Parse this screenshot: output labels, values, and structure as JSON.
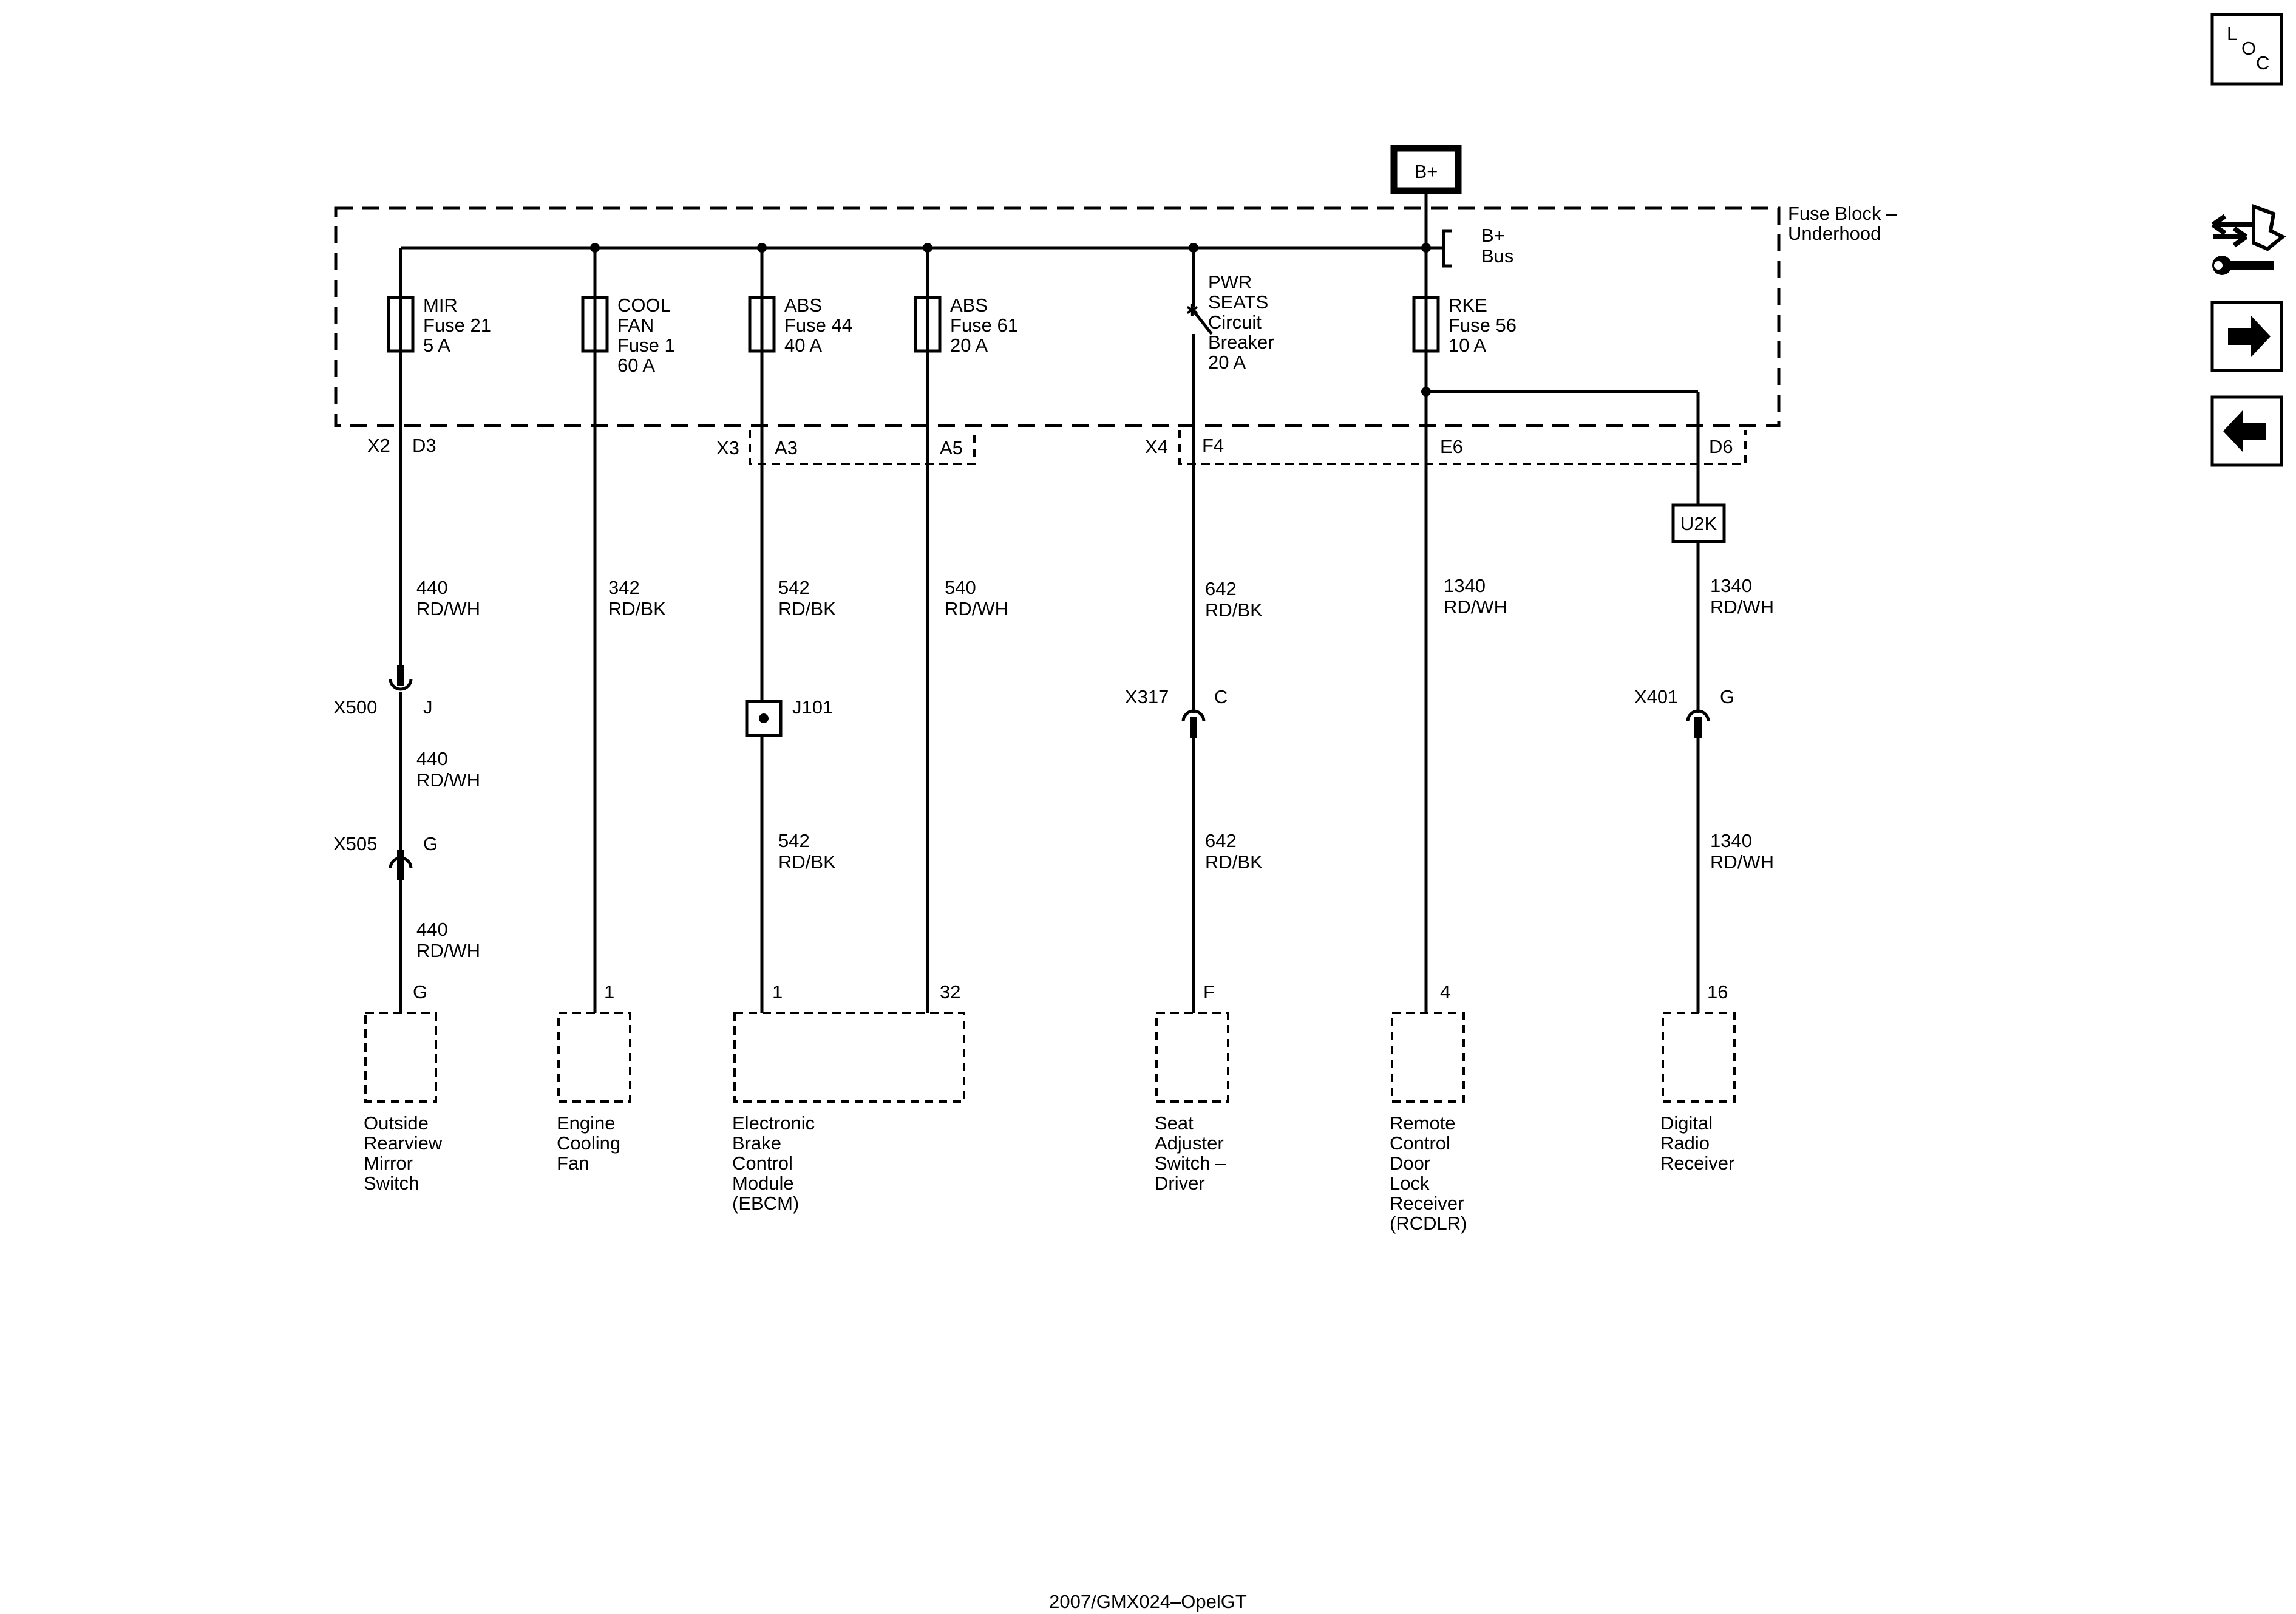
{
  "power": {
    "source": "B+",
    "bus_line1": "B+",
    "bus_line2": "Bus"
  },
  "fuse_block": {
    "line1": "Fuse Block –",
    "line2": "Underhood"
  },
  "fuses": [
    {
      "l1": "MIR",
      "l2": "Fuse 21",
      "l3": "5 A",
      "l4": ""
    },
    {
      "l1": "COOL",
      "l2": "FAN",
      "l3": "Fuse 1",
      "l4": "60 A"
    },
    {
      "l1": "ABS",
      "l2": "Fuse 44",
      "l3": "40 A",
      "l4": ""
    },
    {
      "l1": "ABS",
      "l2": "Fuse 61",
      "l3": "20 A",
      "l4": ""
    },
    {
      "l1": "PWR",
      "l2": "SEATS",
      "l3": "Circuit",
      "l4": "Breaker",
      "l5": "20 A"
    },
    {
      "l1": "RKE",
      "l2": "Fuse 56",
      "l3": "10 A",
      "l4": ""
    }
  ],
  "connectors": {
    "x2": "X2",
    "d3": "D3",
    "x3": "X3",
    "a3": "A3",
    "a5": "A5",
    "x4": "X4",
    "f4": "F4",
    "e6": "E6",
    "d6": "D6",
    "u2k": "U2K",
    "x500": "X500",
    "x500_pin": "J",
    "x505": "X505",
    "x505_pin": "G",
    "j101": "J101",
    "x317": "X317",
    "x317_pin": "C",
    "x401": "X401",
    "x401_pin": "G"
  },
  "wires": {
    "w440": "440",
    "rdwh": "RD/WH",
    "w342": "342",
    "rdbk": "RD/BK",
    "w542": "542",
    "w540": "540",
    "w642": "642",
    "w1340": "1340"
  },
  "pins": {
    "mirror": "G",
    "cooling": "1",
    "ebcm_a": "1",
    "ebcm_b": "32",
    "seat": "F",
    "rcdlr": "4",
    "radio": "16"
  },
  "components": {
    "mirror": [
      "Outside",
      "Rearview",
      "Mirror",
      "Switch"
    ],
    "cooling": [
      "Engine",
      "Cooling",
      "Fan"
    ],
    "ebcm": [
      "Electronic",
      "Brake",
      "Control",
      "Module",
      "(EBCM)"
    ],
    "seat": [
      "Seat",
      "Adjuster",
      "Switch –",
      "Driver"
    ],
    "rcdlr": [
      "Remote",
      "Control",
      "Door",
      "Lock",
      "Receiver",
      "(RCDLR)"
    ],
    "radio": [
      "Digital",
      "Radio",
      "Receiver"
    ]
  },
  "loc_icon": {
    "l": "L",
    "o": "O",
    "c": "C"
  },
  "footer": "2007/GMX024–OpelGT",
  "icons": [
    "loc-icon",
    "connector-wrench-icon",
    "arrow-right-icon",
    "arrow-left-icon"
  ]
}
